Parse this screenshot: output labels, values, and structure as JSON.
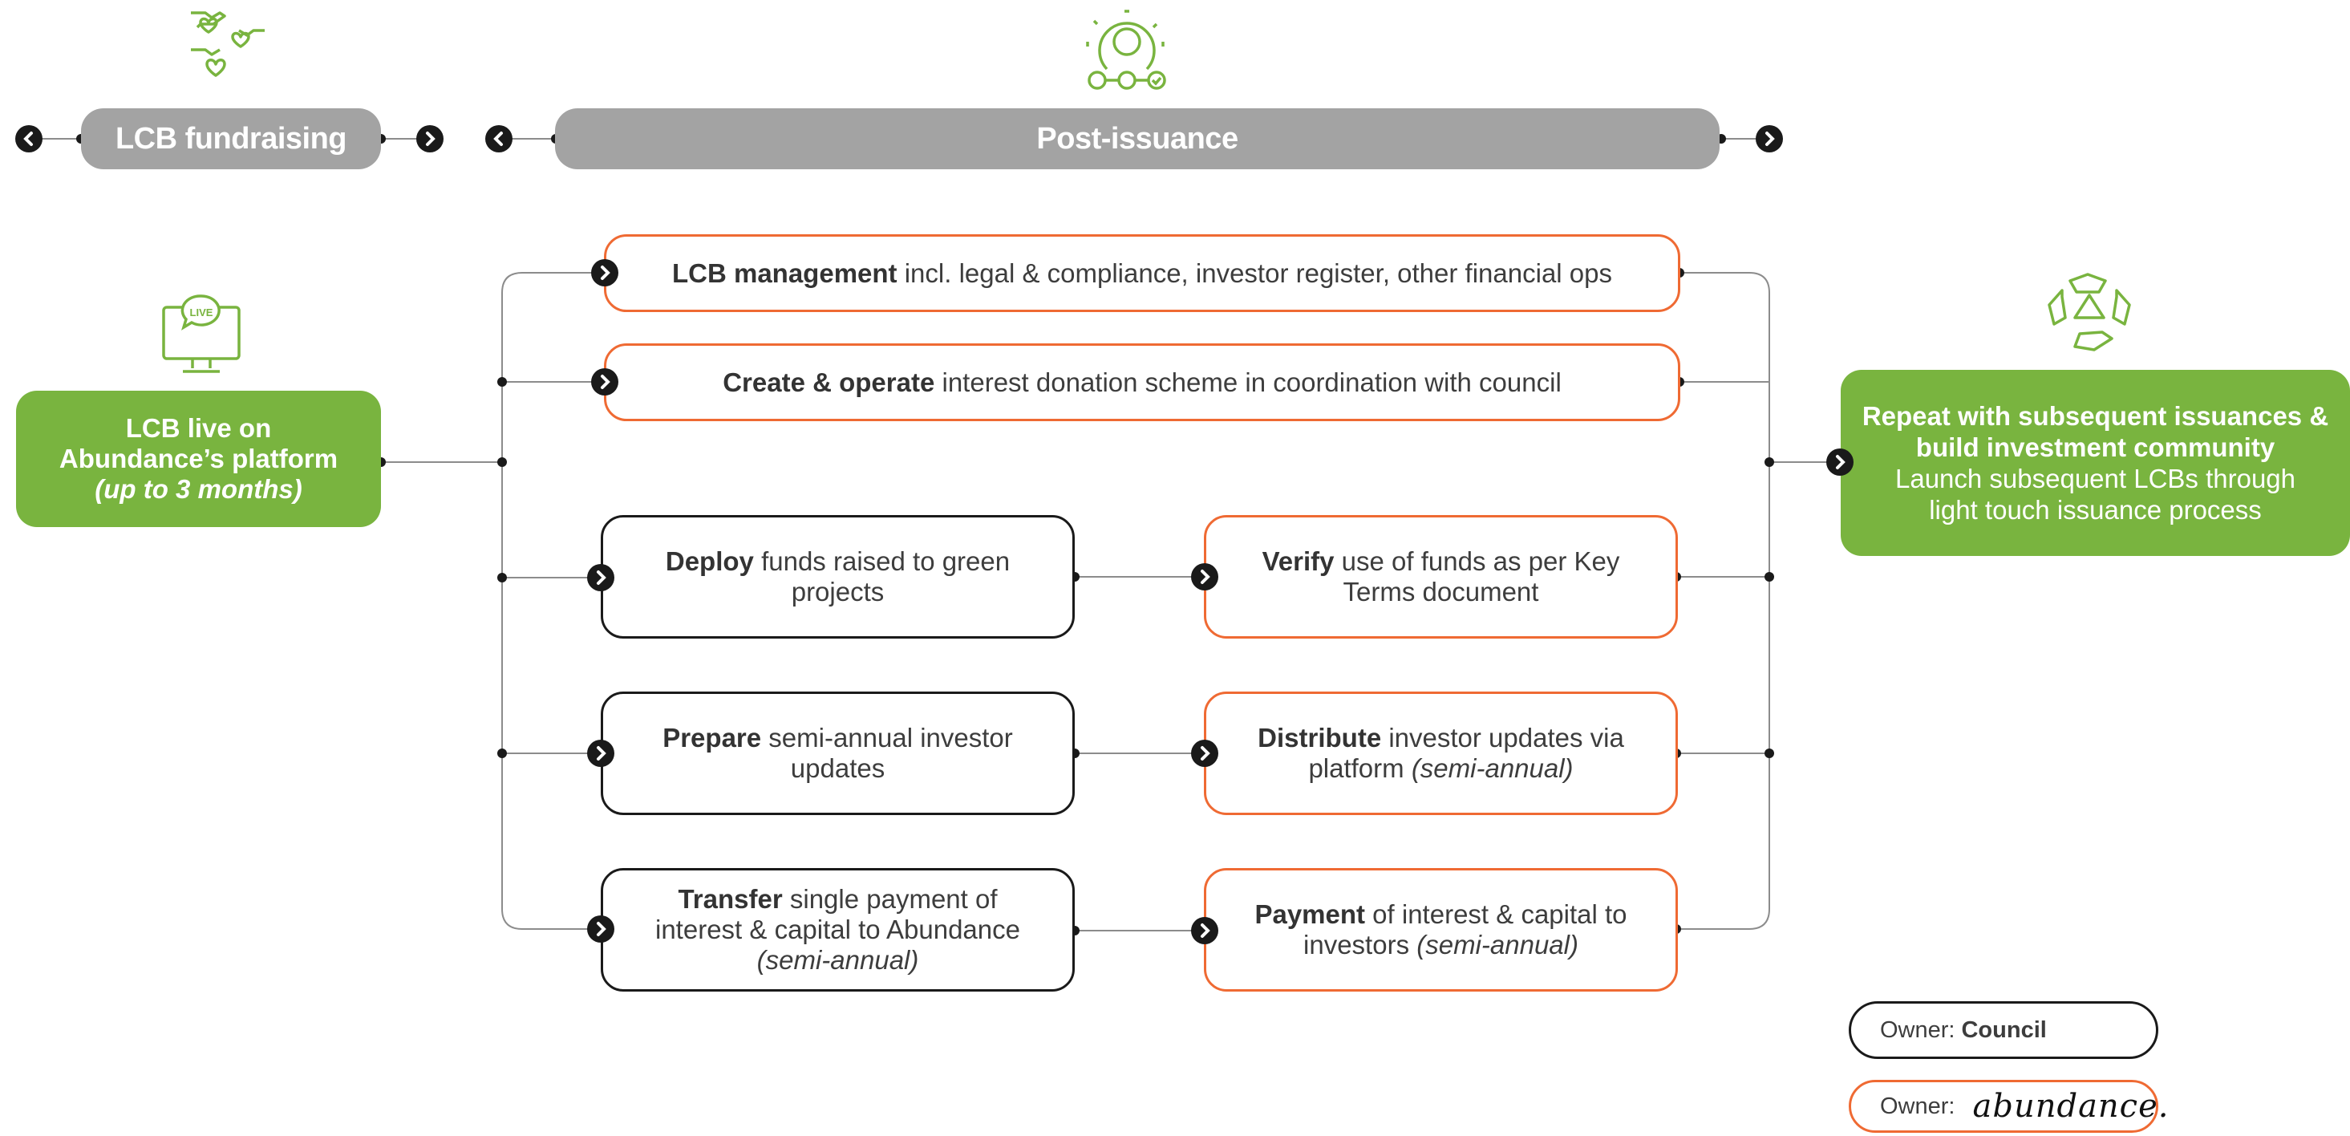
{
  "phases": {
    "fundraising": "LCB fundraising",
    "post_issuance": "Post-issuance"
  },
  "live": {
    "line1": "LCB live on",
    "line2": "Abundance’s platform",
    "line3": "(up to 3 months)",
    "icon_text": "LIVE"
  },
  "tasks": {
    "management": {
      "bold": "LCB management",
      "rest": " incl. legal & compliance, investor register, other financial ops"
    },
    "donation": {
      "bold": "Create & operate",
      "rest": " interest donation scheme in coordination with council"
    },
    "deploy": {
      "bold": "Deploy",
      "rest": " funds raised to green projects"
    },
    "verify": {
      "bold": "Verify",
      "rest": " use of funds as per Key Terms document"
    },
    "prepare": {
      "bold": "Prepare",
      "rest": " semi-annual investor updates"
    },
    "distribute": {
      "bold": "Distribute",
      "rest": " investor updates via platform ",
      "italic": "(semi-annual)"
    },
    "transfer": {
      "bold": "Transfer",
      "rest": " single payment of interest & capital to Abundance ",
      "italic": "(semi-annual)"
    },
    "payment": {
      "bold": "Payment",
      "rest": " of interest & capital to investors ",
      "italic": "(semi-annual)"
    }
  },
  "repeat": {
    "title": "Repeat with subsequent issuances & build investment community",
    "body": "Launch subsequent LCBs through light touch issuance process"
  },
  "legend": {
    "council_prefix": "Owner:",
    "council_owner": "Council",
    "abundance_prefix": "Owner:",
    "abundance_logo": "abundance."
  },
  "colors": {
    "green": "#79b43f",
    "orange": "#ef6a33",
    "grey": "#a3a3a3",
    "black": "#1a1a1a"
  }
}
